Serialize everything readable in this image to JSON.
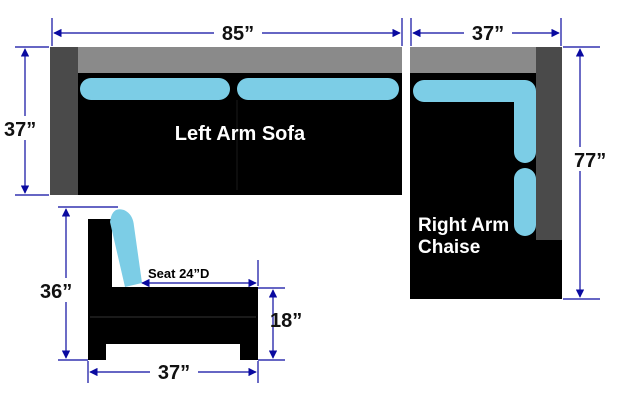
{
  "colors": {
    "upholstery": "#000000",
    "frame_gray": "#4a4a4a",
    "back_gray": "#8a8a8a",
    "cushion": "#7ccde6",
    "dimension_line": "#0a0aa0",
    "label_text": "#ffffff"
  },
  "sofa": {
    "label": "Left Arm Sofa",
    "width_dim": "85”",
    "depth_dim": "37”"
  },
  "chaise": {
    "label_line1": "Right Arm",
    "label_line2": "Chaise",
    "width_dim": "37”",
    "length_dim": "77”"
  },
  "side_profile": {
    "height_dim": "36”",
    "seat_depth": "Seat 24”D",
    "seat_height_dim": "18”",
    "depth_dim": "37”"
  }
}
